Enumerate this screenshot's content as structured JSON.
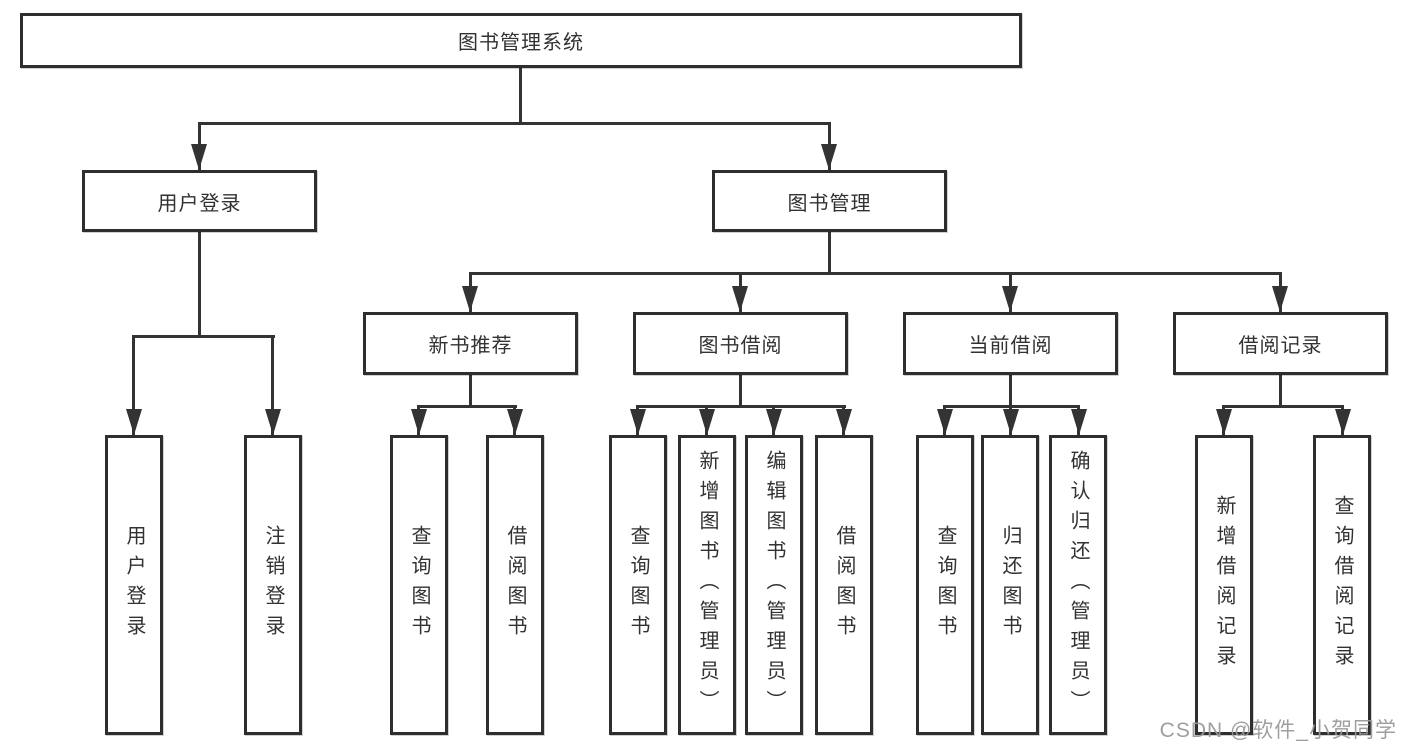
{
  "tree": {
    "label": "图书管理系统",
    "children": [
      {
        "label": "用户登录",
        "children": [
          {
            "label": "用户登录"
          },
          {
            "label": "注销登录"
          }
        ]
      },
      {
        "label": "图书管理",
        "children": [
          {
            "label": "新书推荐",
            "children": [
              {
                "label": "查询图书"
              },
              {
                "label": "借阅图书"
              }
            ]
          },
          {
            "label": "图书借阅",
            "children": [
              {
                "label": "查询图书"
              },
              {
                "label": "新增图书（管理员）"
              },
              {
                "label": "编辑图书（管理员）"
              },
              {
                "label": "借阅图书"
              }
            ]
          },
          {
            "label": "当前借阅",
            "children": [
              {
                "label": "查询图书"
              },
              {
                "label": "归还图书"
              },
              {
                "label": "确认归还（管理员）"
              }
            ]
          },
          {
            "label": "借阅记录",
            "children": [
              {
                "label": "新增借阅记录"
              },
              {
                "label": "查询借阅记录"
              }
            ]
          }
        ]
      }
    ]
  },
  "watermark": {
    "text": "CSDN @软件_小贺同学"
  },
  "colors": {
    "line": "#333333",
    "box_border": "#2e2e2e",
    "text": "#323232",
    "watermark": "#9b9999"
  }
}
